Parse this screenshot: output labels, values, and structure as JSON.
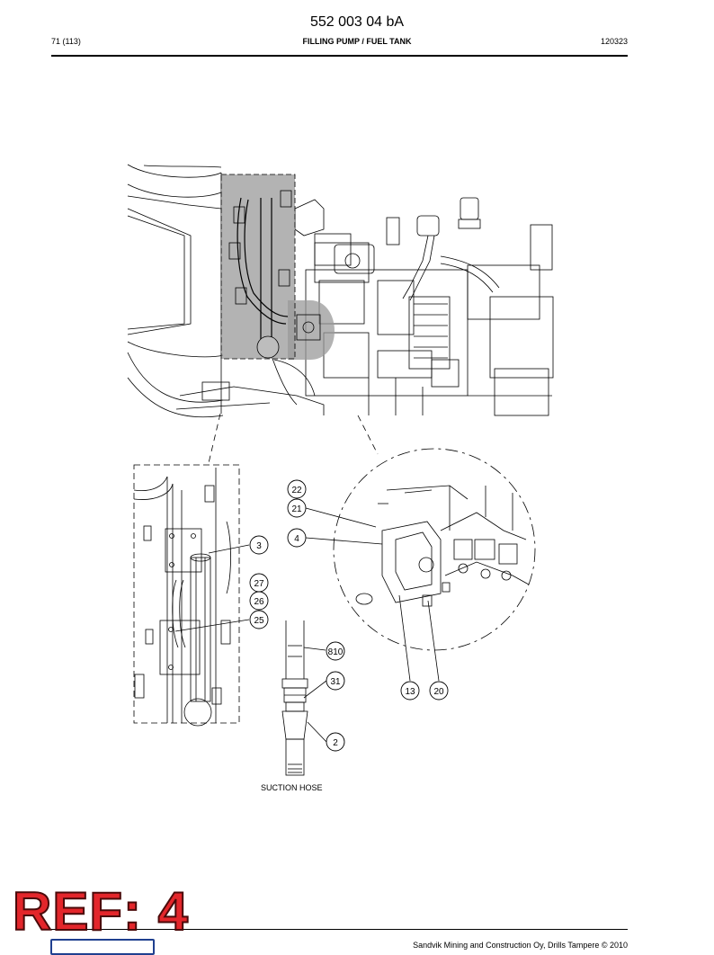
{
  "header": {
    "document_code": "552 003 04 bA",
    "page": "71 (113)",
    "title": "FILLING PUMP / FUEL TANK",
    "date_code": "120323"
  },
  "caption": "SUCTION HOSE",
  "callouts": {
    "c22": "22",
    "c21": "21",
    "c4": "4",
    "c3": "3",
    "c27": "27",
    "c26": "26",
    "c25": "25",
    "c810": "810",
    "c31": "31",
    "c2": "2",
    "c13": "13",
    "c20": "20"
  },
  "footer": {
    "copyright": "Sandvik Mining and Construction Oy, Drills Tampere © 2010"
  },
  "watermark": "REF: 4",
  "colors": {
    "watermark_fill": "#e3262b",
    "highlight_fill": "#9a9a9a",
    "logo_blue": "#1f3f8f"
  }
}
